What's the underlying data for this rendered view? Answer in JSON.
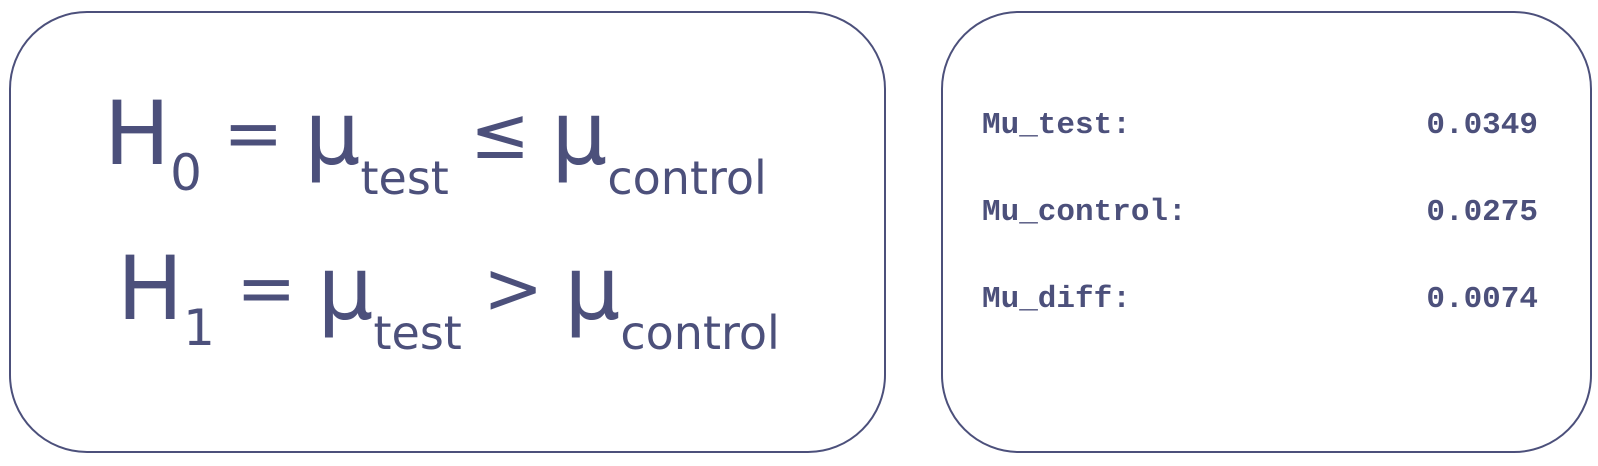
{
  "colors": {
    "ink": "#4c507b",
    "background": "#ffffff"
  },
  "hypotheses": {
    "h0": {
      "symbol": "H",
      "index": "0",
      "equals": "=",
      "mu_left": "μ",
      "sub_left": "test",
      "operator": "≤",
      "mu_right": "μ",
      "sub_right": "control"
    },
    "h1": {
      "symbol": "H",
      "index": "1",
      "equals": "=",
      "mu_left": "μ",
      "sub_left": "test",
      "operator": ">",
      "mu_right": "μ",
      "sub_right": "control"
    }
  },
  "stats": [
    {
      "label": "Mu_test:",
      "value": "0.0349"
    },
    {
      "label": "Mu_control:",
      "value": "0.0275"
    },
    {
      "label": "Mu_diff:",
      "value": "0.0074"
    }
  ]
}
